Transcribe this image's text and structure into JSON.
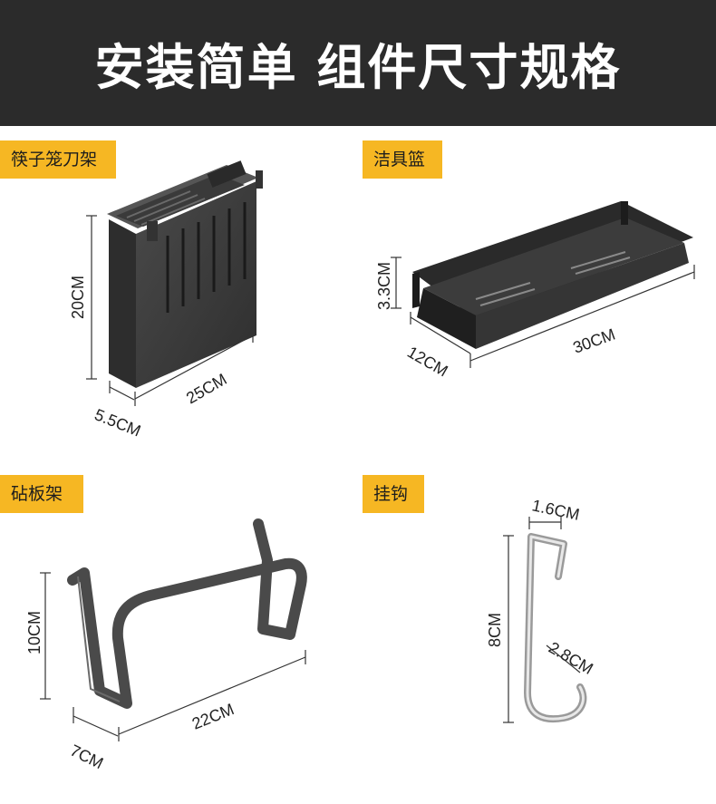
{
  "header": {
    "title": "安装简单 组件尺寸规格"
  },
  "sections": {
    "knife_rack": {
      "label": "筷子笼刀架",
      "dims": {
        "height": "20CM",
        "length": "25CM",
        "depth": "5.5CM"
      }
    },
    "basket": {
      "label": "洁具篮",
      "dims": {
        "height": "3.3CM",
        "depth": "12CM",
        "length": "30CM"
      }
    },
    "board_rack": {
      "label": "砧板架",
      "dims": {
        "height": "10CM",
        "length": "22CM",
        "depth": "7CM"
      }
    },
    "hook": {
      "label": "挂钩",
      "dims": {
        "top_width": "1.6CM",
        "height": "8CM",
        "bottom_width": "2.8CM"
      }
    }
  },
  "colors": {
    "header_bg": "#2b2b2b",
    "tag_bg": "#f6b723",
    "product_dark": "#3b3b3b"
  }
}
